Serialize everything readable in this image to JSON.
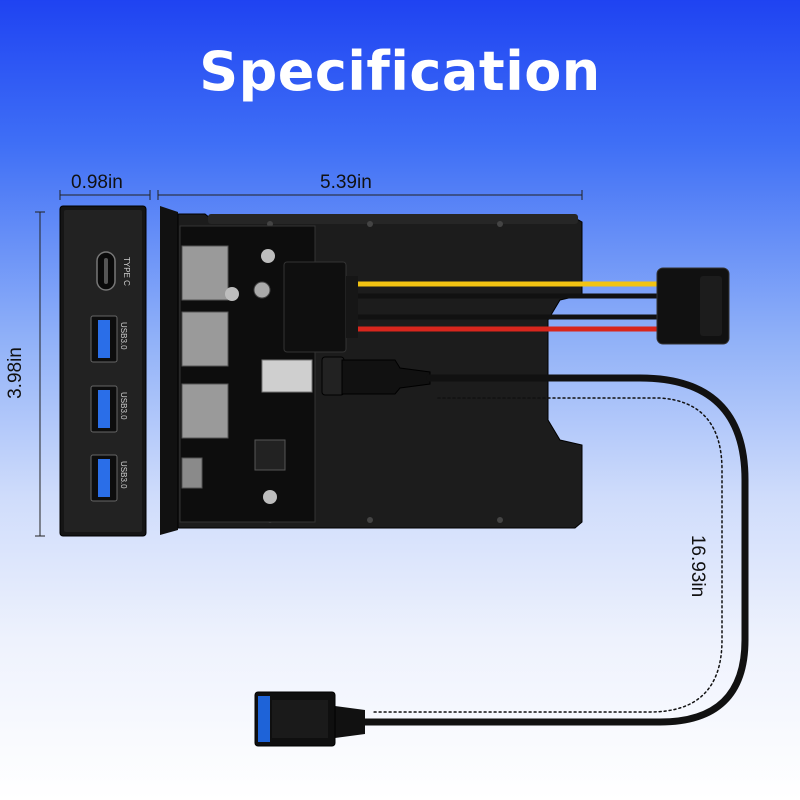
{
  "title": "Specification",
  "dimensions": {
    "panel_width": "0.98in",
    "bracket_width": "5.39in",
    "height": "3.98in",
    "cable_length": "16.93in"
  },
  "panel_ports": [
    {
      "label": "TYPE C",
      "icon": "usb-c-port-icon"
    },
    {
      "label": "USB3.0",
      "icon": "usb-a-port-icon"
    },
    {
      "label": "USB3.0",
      "icon": "usb-a-port-icon"
    },
    {
      "label": "USB3.0",
      "icon": "usb-a-port-icon"
    }
  ],
  "colors": {
    "background_top": "#1f43f2",
    "background_bottom": "#ffffff",
    "usb_blue": "#2a6ee8",
    "wire_yellow": "#f2c312",
    "wire_red": "#d8261d",
    "header_blue": "#1e63d8"
  }
}
